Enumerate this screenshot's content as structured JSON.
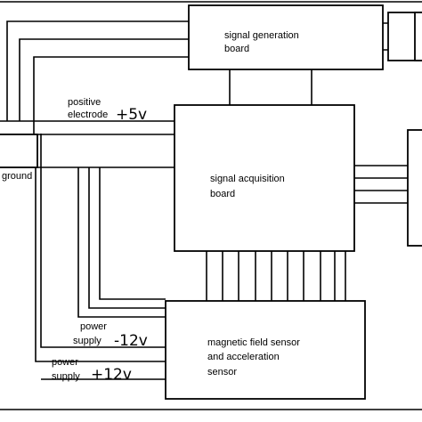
{
  "blocks": {
    "signal_generation": {
      "line1": "signal generation",
      "line2": "board"
    },
    "signal_acquisition": {
      "line1": "signal acquisition",
      "line2": "board"
    },
    "sensor": {
      "line1": "magnetic field sensor",
      "line2": "and acceleration",
      "line3": "sensor"
    }
  },
  "labels": {
    "positive_electrode": {
      "line1": "positive",
      "line2": "electrode",
      "voltage": "+5v"
    },
    "ground": "ground",
    "power_neg": {
      "line1": "power",
      "line2": "supply",
      "voltage": "-12v"
    },
    "power_pos": {
      "line1": "power",
      "line2": "supply",
      "voltage": "+12v"
    }
  }
}
